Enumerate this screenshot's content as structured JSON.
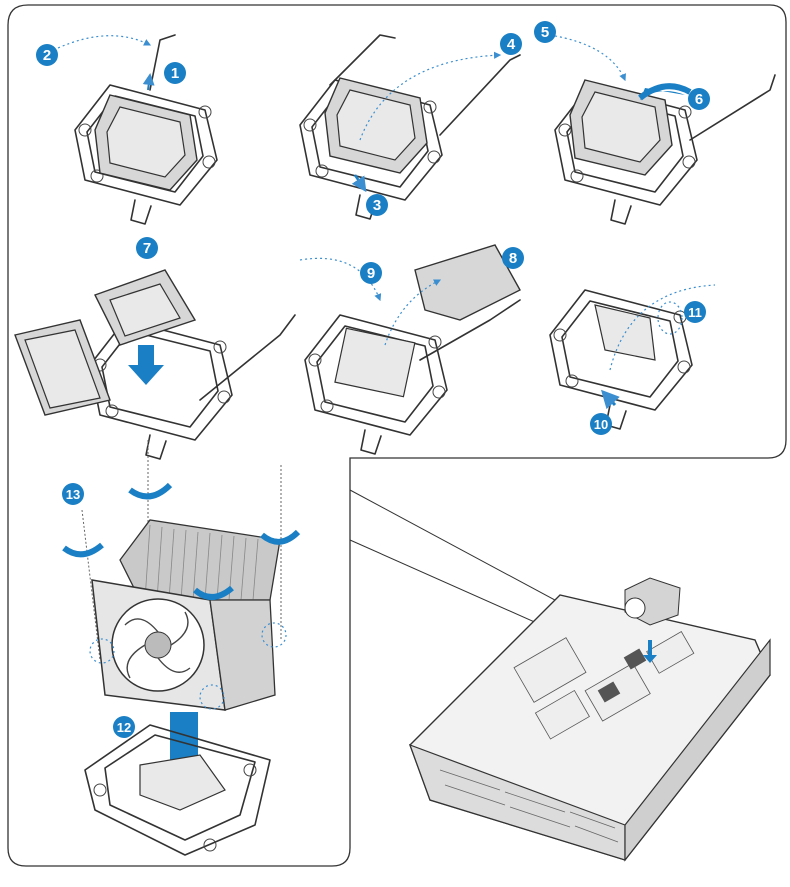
{
  "accent_color": "#1a7fc4",
  "steps": [
    {
      "label": "1",
      "action": "push-down-release-lever-arrow"
    },
    {
      "label": "2",
      "action": "lift-lever-arc"
    },
    {
      "label": "3",
      "action": "push-lever-arrow"
    },
    {
      "label": "4",
      "action": "lift-second-lever-arc"
    },
    {
      "label": "5",
      "action": "lift-load-plate-arc"
    },
    {
      "label": "6",
      "action": "open-load-plate-arrow"
    },
    {
      "label": "7",
      "action": "insert-cpu"
    },
    {
      "label": "8",
      "action": "remove-pnp-cap"
    },
    {
      "label": "9",
      "action": "close-load-plate"
    },
    {
      "label": "10",
      "action": "close-lever"
    },
    {
      "label": "11",
      "action": "secure-lever"
    },
    {
      "label": "12",
      "action": "place-heatsink"
    },
    {
      "label": "13",
      "action": "tighten-screws"
    }
  ],
  "icons": [
    "cpu-socket-icon",
    "heatsink-icon",
    "server-chassis-icon",
    "curved-arrow-icon",
    "down-arrow-icon"
  ]
}
